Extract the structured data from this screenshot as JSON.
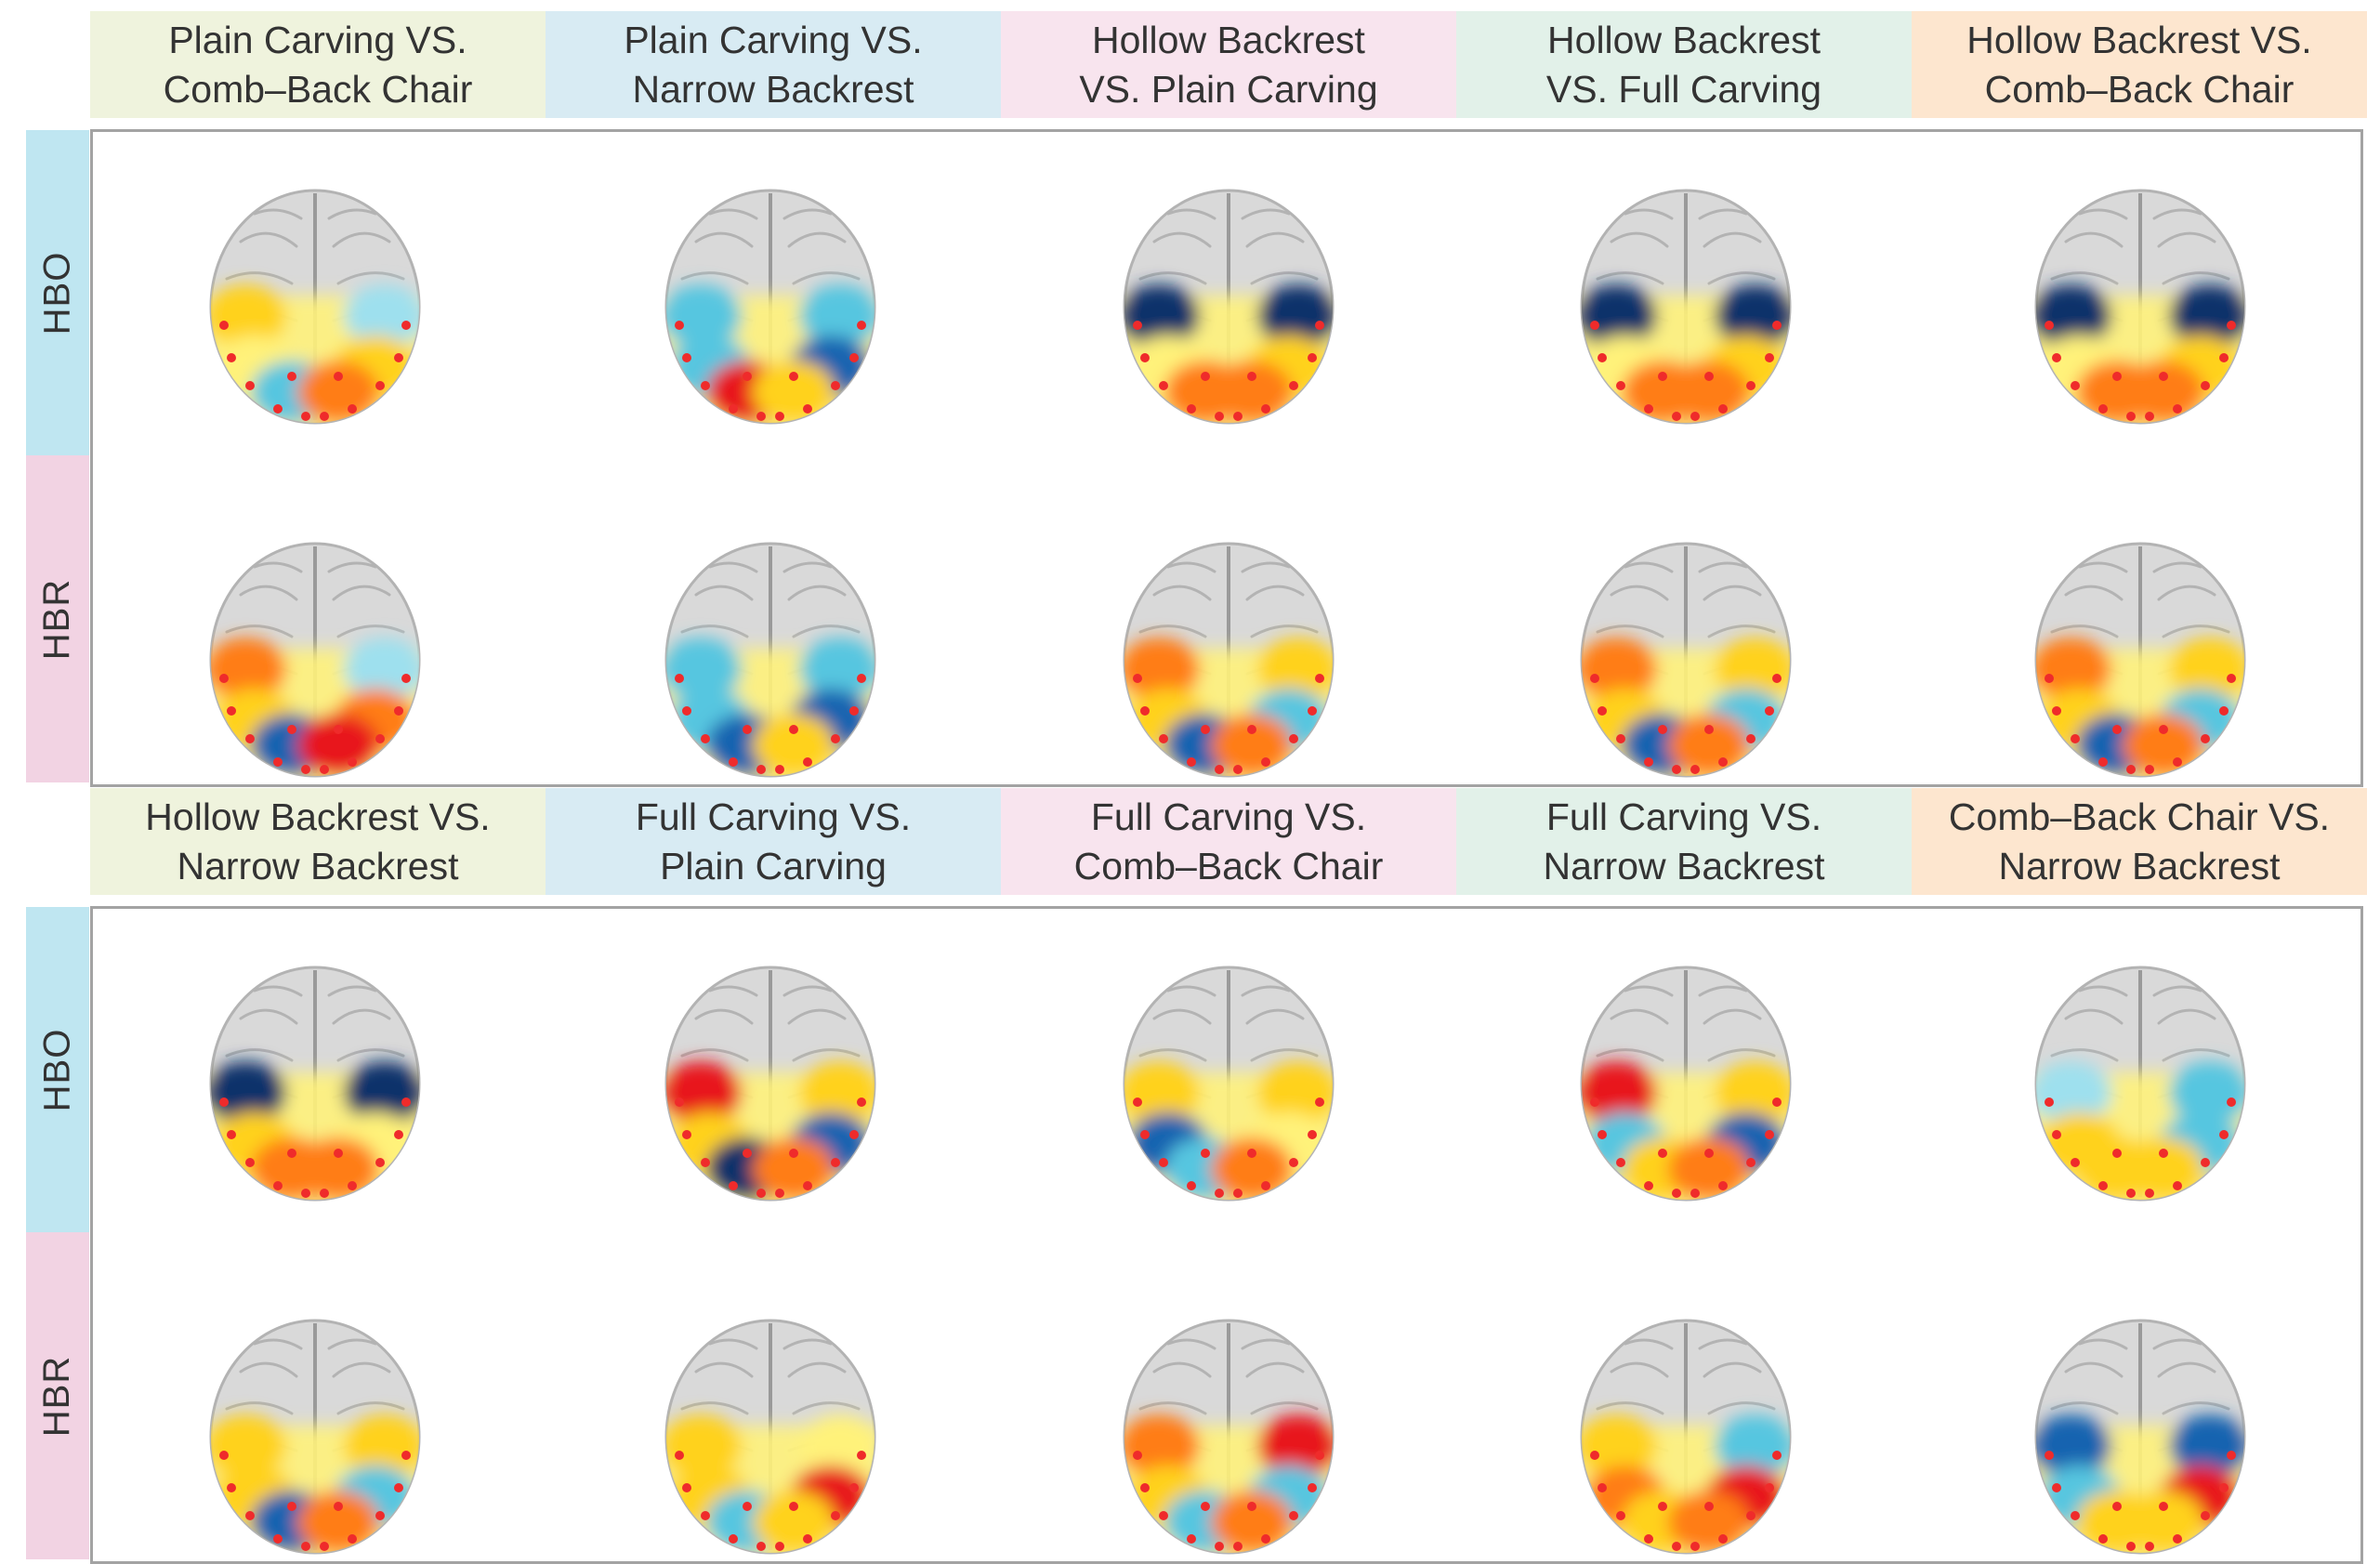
{
  "colors": {
    "header_bg": [
      "#eff3dd",
      "#d8ebf3",
      "#f8e4ee",
      "#e2f1e9",
      "#fde6cf"
    ],
    "hbo_label_bg": "#bfe6f1",
    "hbr_label_bg": "#f2d3e3",
    "brain_base": "#d9d9d9",
    "brain_line": "#b3b3b3",
    "scale": [
      "#08306b",
      "#1764b0",
      "#56c6e0",
      "#9ee0ee",
      "#ffffff",
      "#fff27a",
      "#ffd21f",
      "#ff7d14",
      "#e8151b"
    ]
  },
  "signal_labels": {
    "hbo": "HBO",
    "hbr": "HBR"
  },
  "blocks": [
    {
      "comparisons": [
        {
          "label": "Plain Carving VS.\nComb–Back Chair",
          "hbo": [
            0.5,
            -0.3,
            0.25,
            0.55,
            -0.6,
            0.8
          ],
          "hbr": [
            0.8,
            -0.2,
            0.55,
            0.85,
            -0.75,
            0.9
          ]
        },
        {
          "label": "Plain Carving VS.\nNarrow Backrest",
          "hbo": [
            -0.4,
            -0.55,
            -0.5,
            -0.7,
            0.9,
            0.4
          ],
          "hbr": [
            -0.45,
            -0.6,
            -0.5,
            -0.7,
            -0.8,
            0.5
          ]
        },
        {
          "label": "Hollow Backrest\nVS. Plain Carving",
          "hbo": [
            -0.95,
            -0.95,
            0.3,
            0.4,
            0.85,
            0.8
          ],
          "hbr": [
            0.75,
            0.6,
            0.55,
            -0.6,
            -0.85,
            0.85
          ]
        },
        {
          "label": "Hollow Backrest\nVS. Full Carving",
          "hbo": [
            -0.95,
            -0.95,
            0.3,
            0.4,
            0.85,
            0.8
          ],
          "hbr": [
            0.75,
            0.6,
            0.55,
            -0.6,
            -0.85,
            0.85
          ]
        },
        {
          "label": "Hollow Backrest VS.\nComb–Back Chair",
          "hbo": [
            -0.95,
            -0.95,
            0.3,
            0.4,
            0.85,
            0.8
          ],
          "hbr": [
            0.75,
            0.6,
            0.55,
            -0.6,
            -0.85,
            0.85
          ]
        }
      ]
    },
    {
      "comparisons": [
        {
          "label": "Hollow Backrest VS.\nNarrow Backrest",
          "hbo": [
            -0.95,
            -0.95,
            0.4,
            0.3,
            0.85,
            0.75
          ],
          "hbr": [
            0.6,
            0.55,
            0.5,
            -0.55,
            -0.8,
            0.8
          ]
        },
        {
          "label": "Full Carving VS.\nPlain Carving",
          "hbo": [
            0.95,
            0.5,
            0.4,
            -0.85,
            -0.9,
            0.8
          ],
          "hbr": [
            0.6,
            0.2,
            0.55,
            0.95,
            -0.5,
            0.6
          ]
        },
        {
          "label": "Full Carving VS.\nComb–Back Chair",
          "hbo": [
            0.6,
            0.55,
            -0.85,
            0.3,
            -0.5,
            0.85
          ],
          "hbr": [
            0.85,
            0.9,
            0.6,
            -0.5,
            -0.6,
            0.8
          ]
        },
        {
          "label": "Full Carving VS.\nNarrow Backrest",
          "hbo": [
            0.95,
            0.5,
            -0.5,
            -0.85,
            0.6,
            0.8
          ],
          "hbr": [
            0.6,
            -0.5,
            0.85,
            0.95,
            0.5,
            0.7
          ]
        },
        {
          "label": "Comb–Back Chair VS.\nNarrow Backrest",
          "hbo": [
            -0.35,
            -0.4,
            0.4,
            -0.6,
            0.5,
            0.55
          ],
          "hbr": [
            -0.7,
            -0.7,
            -0.5,
            0.95,
            0.5,
            0.55
          ]
        }
      ]
    }
  ]
}
